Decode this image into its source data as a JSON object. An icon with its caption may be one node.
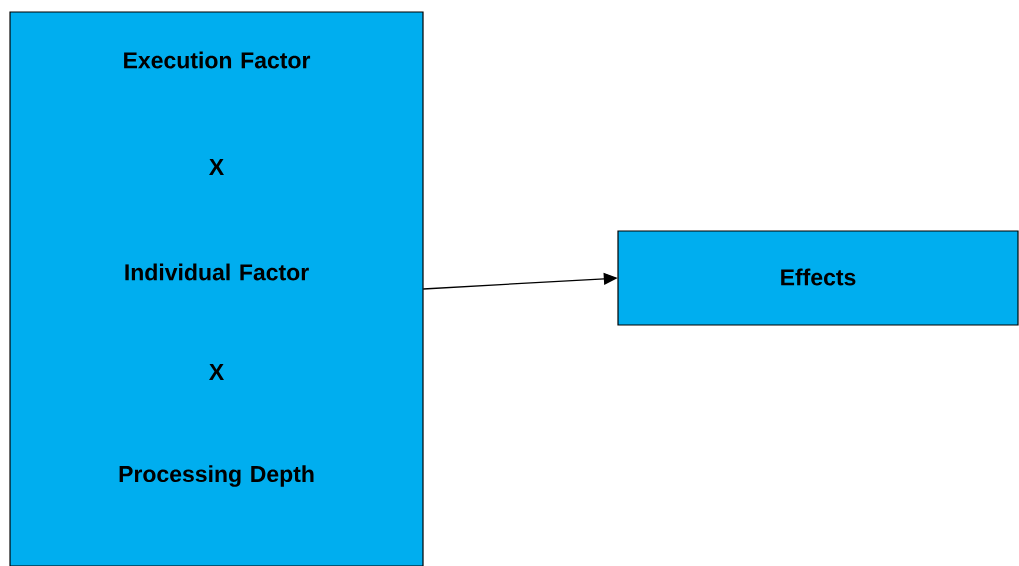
{
  "diagram": {
    "nodes": [
      {
        "text": [
          "Execution Factor",
          "X",
          "Individual Factor",
          "X",
          "Processing Depth"
        ]
      },
      {
        "text": [
          "Effects"
        ]
      }
    ],
    "edges": [
      {
        "from": 0,
        "to": 1,
        "arrow": "to"
      }
    ]
  }
}
